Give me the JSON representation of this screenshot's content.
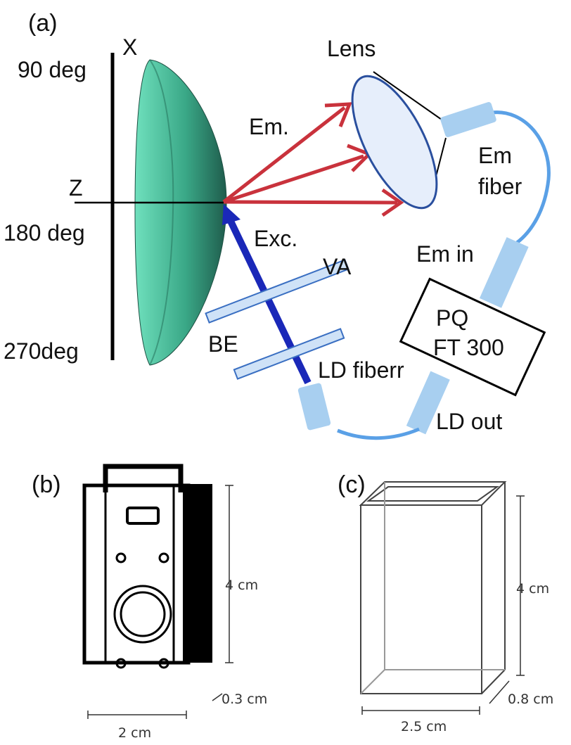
{
  "colors": {
    "hemisphere_light": "#6fe0bd",
    "hemisphere_dark": "#1f5c4c",
    "emission_arrow": "#c9323c",
    "excitation_arrow": "#1a28b8",
    "lens_fill": "#e6eefb",
    "lens_edge": "#2a4f9e",
    "fiber": "#5aa0e6",
    "fiber_connector": "#a8cff0",
    "filter_fill": "#cfe2f7",
    "filter_edge": "#3a6fc2"
  },
  "panel_a": {
    "label": "(a)",
    "axis_x": "X",
    "axis_z": "Z",
    "angle_90": "90 deg",
    "angle_180": "180 deg",
    "angle_270": "270deg",
    "lens": "Lens",
    "emission": "Em.",
    "excitation": "Exc.",
    "em_fiber_line1": "Em",
    "em_fiber_line2": "fiber",
    "em_in": "Em in",
    "device_line1": "PQ",
    "device_line2": "FT 300",
    "va": "VA",
    "be": "BE",
    "ld_fiber": "LD fiberr",
    "ld_out": "LD out"
  },
  "panel_b": {
    "label": "(b)",
    "height": "4 cm",
    "width": "2 cm",
    "depth": "0.3 cm"
  },
  "panel_c": {
    "label": "(c)",
    "height": "4 cm",
    "width": "2.5 cm",
    "depth": "0.8 cm"
  }
}
